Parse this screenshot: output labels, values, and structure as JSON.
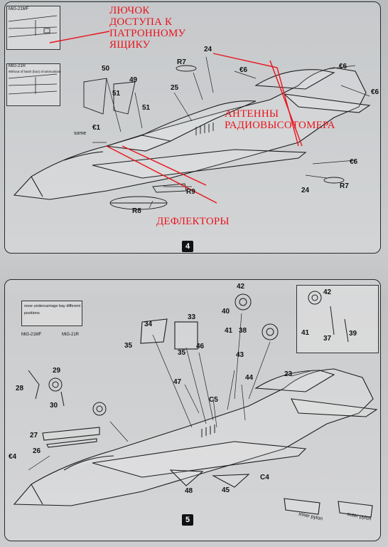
{
  "step4": {
    "number": "4",
    "inset_mf": "MiG-21MF",
    "inset_r": "MiG-21R",
    "inset_r_note": "Without of hatch (box) of ammunition",
    "parts": {
      "p50": "50",
      "p49": "49",
      "p51a": "51",
      "p51b": "51",
      "p25": "25",
      "pR7a": "R7",
      "p24a": "24",
      "pC6a": "€6",
      "pC6b": "€6",
      "pC6c": "€6",
      "pC6d": "€6",
      "pC1": "€1",
      "p24b": "24",
      "pR7b": "R7",
      "pR9": "R9",
      "pR8": "R8",
      "some": "some"
    }
  },
  "annotations": {
    "hatch": "ЛЮЧОК ДОСТУПА К ПАТРОННОМУ ЯЩИКУ",
    "antennas": "АНТЕННЫ РАДИОВЫСОТОМЕРА",
    "deflectors": "ДЕФЛЕКТОРЫ"
  },
  "step5": {
    "number": "5",
    "inset_title": "nose undercarriage bay different positions",
    "inset_mf": "MiG-21MF",
    "inset_r": "MiG-21R",
    "parts": {
      "p42a": "42",
      "p40": "40",
      "p41a": "41",
      "p38": "38",
      "p33": "33",
      "p34": "34",
      "p35a": "35",
      "p35b": "35",
      "p46": "46",
      "p43": "43",
      "p44": "44",
      "p47": "47",
      "pC5": "C5",
      "p29": "29",
      "p28": "28",
      "p30": "30",
      "p27": "27",
      "p26": "26",
      "pC4a": "€4",
      "p23": "23",
      "p48": "48",
      "p45": "45",
      "pC4b": "C4",
      "p42b": "42",
      "p41b": "41",
      "p37": "37",
      "p39": "39"
    },
    "inner_pylon": "inner pylon",
    "outer_pylon": "outer pylon"
  }
}
